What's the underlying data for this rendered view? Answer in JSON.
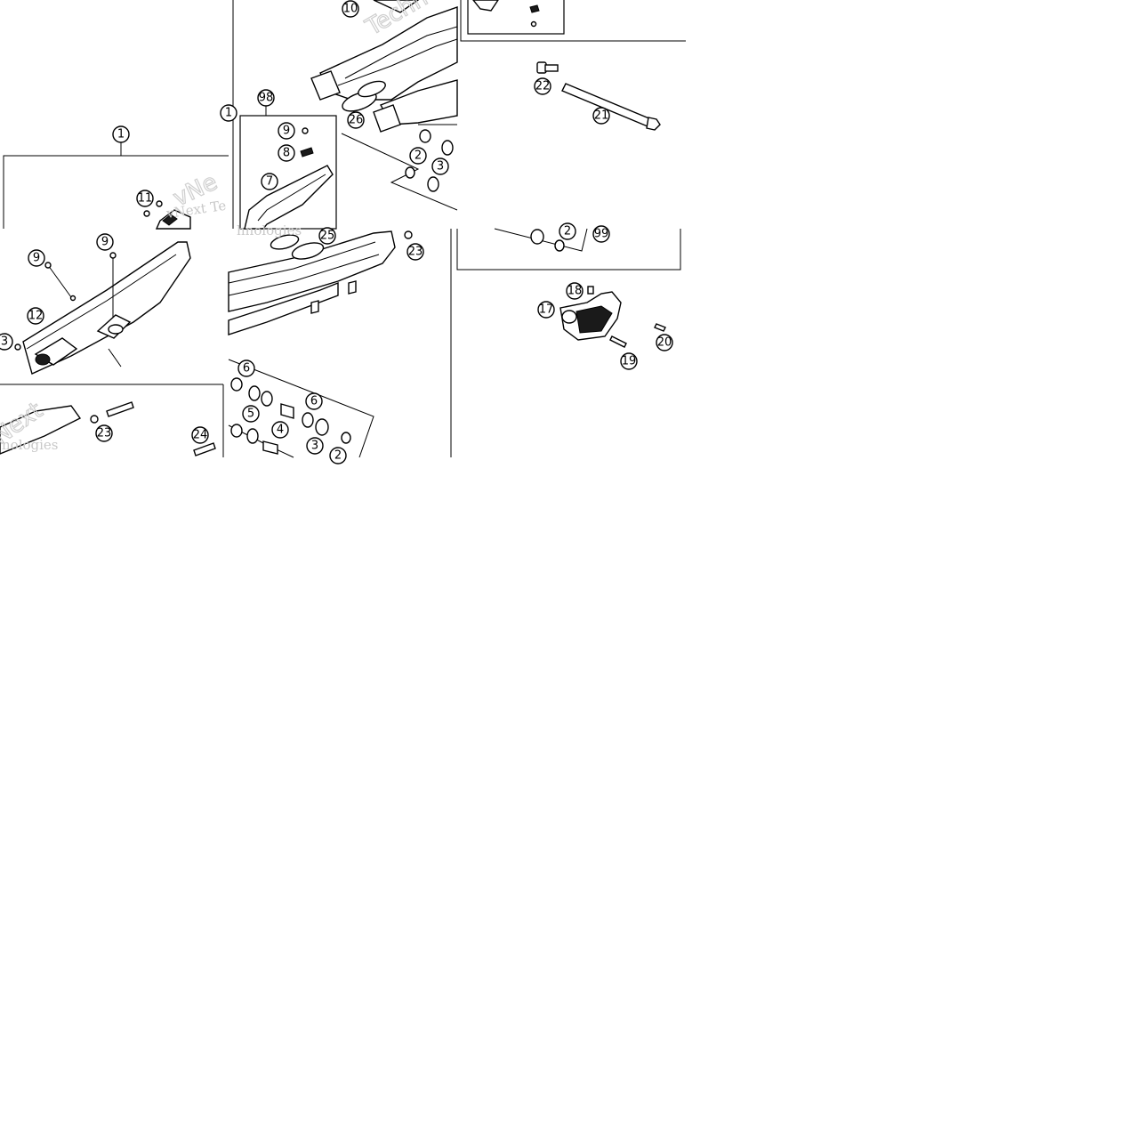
{
  "diagram": {
    "watermarks": [
      "vNext Te",
      "Techn",
      "hnologies",
      "Next",
      "nologies"
    ],
    "callouts": [
      {
        "id": "c1",
        "label": "1"
      },
      {
        "id": "c1b",
        "label": "1"
      },
      {
        "id": "c11",
        "label": "11"
      },
      {
        "id": "c9a",
        "label": "9"
      },
      {
        "id": "c9b",
        "label": "9"
      },
      {
        "id": "c12",
        "label": "12"
      },
      {
        "id": "c13",
        "label": "3"
      },
      {
        "id": "c23a",
        "label": "23"
      },
      {
        "id": "c24",
        "label": "24"
      },
      {
        "id": "c10",
        "label": "10"
      },
      {
        "id": "c98",
        "label": "98"
      },
      {
        "id": "c9c",
        "label": "9"
      },
      {
        "id": "c8",
        "label": "8"
      },
      {
        "id": "c7",
        "label": "7"
      },
      {
        "id": "c26",
        "label": "26"
      },
      {
        "id": "c2a",
        "label": "2"
      },
      {
        "id": "c3a",
        "label": "3"
      },
      {
        "id": "c25",
        "label": "25"
      },
      {
        "id": "c23b",
        "label": "23"
      },
      {
        "id": "c6a",
        "label": "6"
      },
      {
        "id": "c5",
        "label": "5"
      },
      {
        "id": "c6b",
        "label": "6"
      },
      {
        "id": "c4",
        "label": "4"
      },
      {
        "id": "c3b",
        "label": "3"
      },
      {
        "id": "c2b",
        "label": "2"
      },
      {
        "id": "c22",
        "label": "22"
      },
      {
        "id": "c21",
        "label": "21"
      },
      {
        "id": "c2c",
        "label": "2"
      },
      {
        "id": "c99",
        "label": "99"
      },
      {
        "id": "c18",
        "label": "18"
      },
      {
        "id": "c17",
        "label": "17"
      },
      {
        "id": "c20",
        "label": "20"
      },
      {
        "id": "c19",
        "label": "19"
      }
    ]
  }
}
